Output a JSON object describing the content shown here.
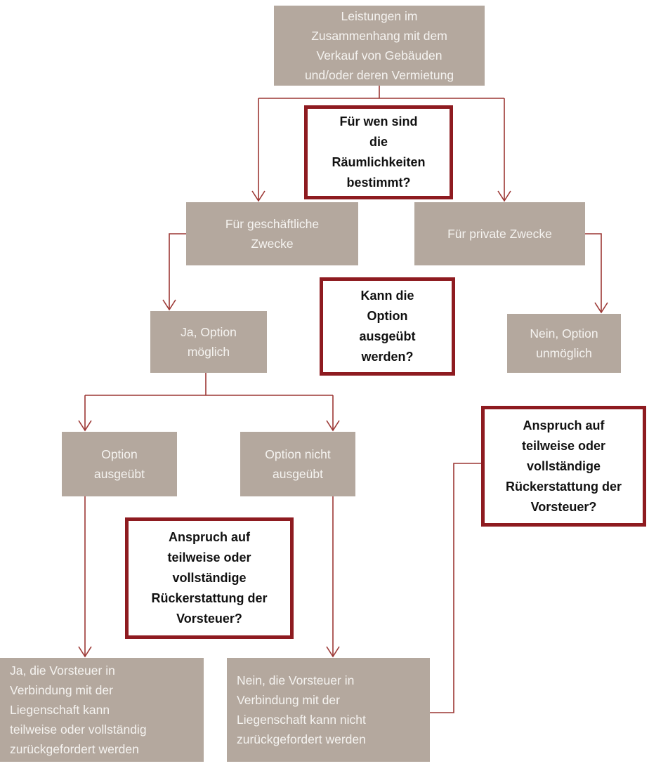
{
  "diagram": {
    "type": "flowchart",
    "language": "de",
    "colors": {
      "node_fill": "#b4a89e",
      "node_text": "#f5f3f0",
      "question_border": "#8e1b20",
      "question_text": "#111111",
      "connector": "#9c3734",
      "background": "#ffffff"
    },
    "nodes": {
      "root": {
        "label": "Leistungen im\nZusammenhang mit dem\nVerkauf von Gebäuden\nund/oder deren Vermietung"
      },
      "business": {
        "label": "Für geschäftliche\nZwecke"
      },
      "private": {
        "label": "Für private Zwecke"
      },
      "ja_option": {
        "label": "Ja, Option\nmöglich"
      },
      "nein_option": {
        "label": "Nein, Option\nunmöglich"
      },
      "option_ausgeuebt": {
        "label": "Option\nausgeübt"
      },
      "option_nicht_ausgeuebt": {
        "label": "Option nicht\nausgeübt"
      },
      "ja_vorsteuer": {
        "label": "Ja, die Vorsteuer in\nVerbindung mit der\nLiegenschaft kann\nteilweise oder vollständig\nzurückgefordert werden"
      },
      "nein_vorsteuer": {
        "label": "Nein, die Vorsteuer in\nVerbindung mit der\nLiegenschaft kann nicht\nzurückgefordert werden"
      }
    },
    "questions": {
      "raeumlichkeiten": {
        "label": "Für wen sind\ndie\nRäumlichkeiten\nbestimmt?"
      },
      "option": {
        "label": "Kann die\nOption\nausgeübt\nwerden?"
      },
      "anspruch_links": {
        "label": "Anspruch auf\nteilweise oder\nvollständige\nRückerstattung der\nVorsteuer?"
      },
      "anspruch_rechts": {
        "label": "Anspruch auf\nteilweise oder\nvollständige\nRückerstattung der\nVorsteuer?"
      }
    },
    "edges": [
      {
        "from": "root",
        "to": "business",
        "via_question": "raeumlichkeiten"
      },
      {
        "from": "root",
        "to": "private",
        "via_question": "raeumlichkeiten"
      },
      {
        "from": "business",
        "to": "ja_option",
        "via_question": "option"
      },
      {
        "from": "private",
        "to": "nein_option",
        "via_question": "option"
      },
      {
        "from": "ja_option",
        "to": "option_ausgeuebt"
      },
      {
        "from": "ja_option",
        "to": "option_nicht_ausgeuebt"
      },
      {
        "from": "option_ausgeuebt",
        "to": "ja_vorsteuer",
        "via_question": "anspruch_links"
      },
      {
        "from": "option_nicht_ausgeuebt",
        "to": "nein_vorsteuer",
        "via_question": "anspruch_links"
      },
      {
        "from": "nein_option",
        "to": "nein_vorsteuer",
        "via_question": "anspruch_rechts"
      }
    ]
  }
}
